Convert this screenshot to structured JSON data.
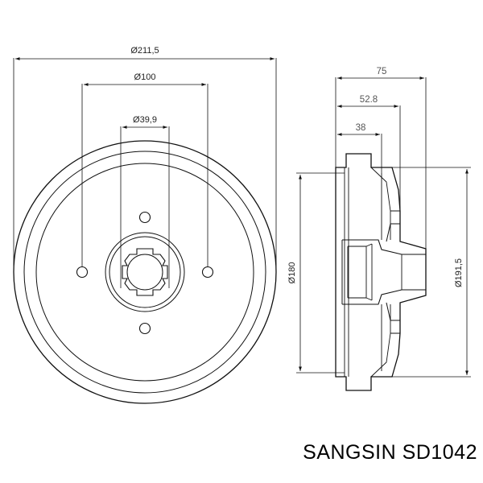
{
  "dimensions": {
    "front": {
      "outer_diameter": "Ø211,5",
      "bolt_circle": "Ø100",
      "center_bore": "Ø39,9"
    },
    "side": {
      "overall_width": "75",
      "mid_width": "52.8",
      "inner_width": "38",
      "drum_diameter": "Ø180",
      "outer_drum_diameter": "Ø191,5"
    }
  },
  "caption": {
    "brand": "SANGSIN",
    "part_number": "SD1042"
  },
  "colors": {
    "line": "#111111",
    "background": "#ffffff"
  }
}
